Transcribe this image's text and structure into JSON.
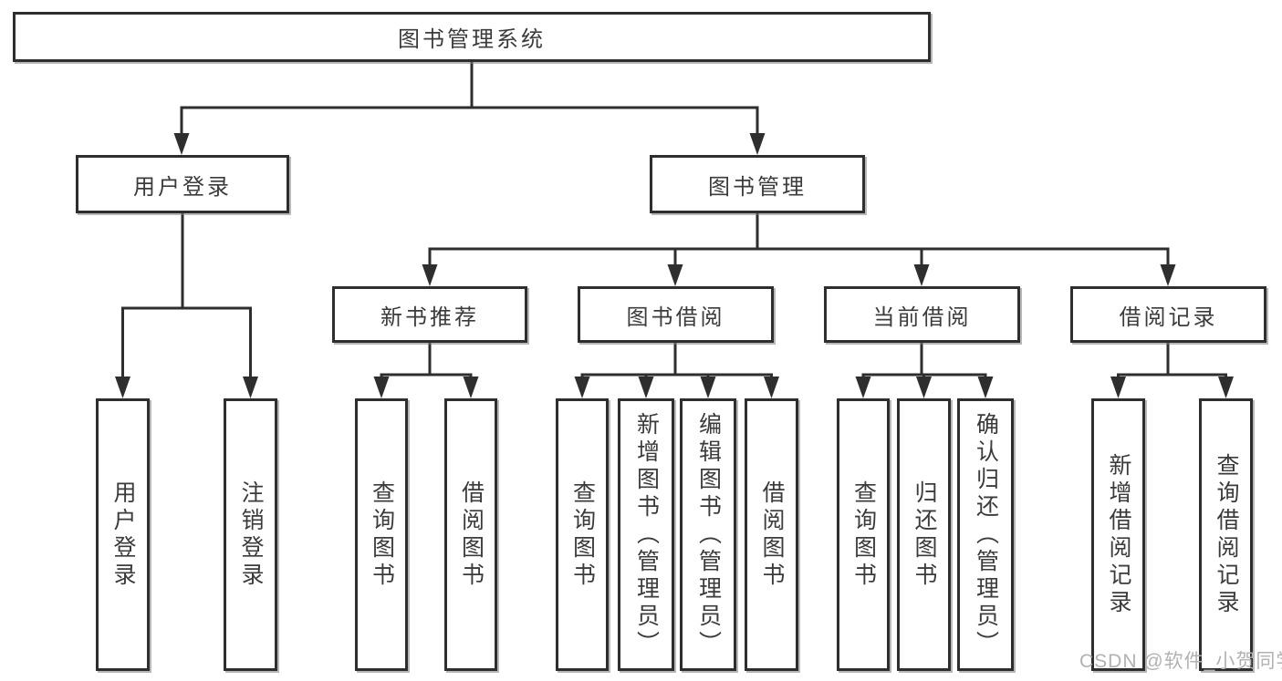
{
  "tree": {
    "root": {
      "label": "图书管理系统"
    },
    "branches": [
      {
        "label": "用户登录",
        "children": [
          {
            "label": "用户登录"
          },
          {
            "label": "注销登录"
          }
        ]
      },
      {
        "label": "图书管理",
        "children": [
          {
            "label": "新书推荐",
            "children": [
              {
                "label": "查询图书"
              },
              {
                "label": "借阅图书"
              }
            ]
          },
          {
            "label": "图书借阅",
            "children": [
              {
                "label": "查询图书"
              },
              {
                "label": "新增图书（管理员）"
              },
              {
                "label": "编辑图书（管理员）"
              },
              {
                "label": "借阅图书"
              }
            ]
          },
          {
            "label": "当前借阅",
            "children": [
              {
                "label": "查询图书"
              },
              {
                "label": "归还图书"
              },
              {
                "label": "确认归还（管理员）"
              }
            ]
          },
          {
            "label": "借阅记录",
            "children": [
              {
                "label": "新增借阅记录"
              },
              {
                "label": "查询借阅记录"
              }
            ]
          }
        ]
      }
    ]
  },
  "watermark": "CSDN @软件_小贺同学",
  "colors": {
    "line": "#2e2e2e",
    "box_border": "#2e2e2e",
    "text": "#3b3b3b",
    "background": "#ffffff",
    "watermark": "#b2b2b2"
  }
}
